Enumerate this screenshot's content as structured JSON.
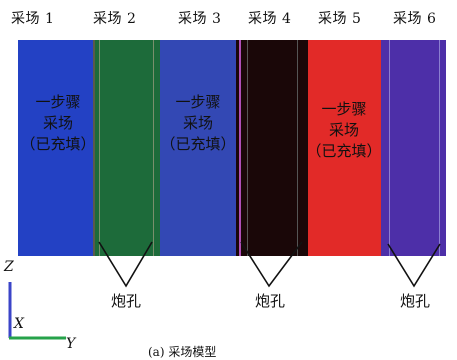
{
  "stope_labels": [
    "采场 1",
    "采场 2",
    "采场 3",
    "采场 4",
    "采场 5",
    "采场 6"
  ],
  "filled_stope_text": {
    "line1": "一步骤",
    "line2": "采场",
    "line3": "（已充填）"
  },
  "blast_hole_label": "炮孔",
  "axes": {
    "z": "Z",
    "x": "X",
    "y": "Y"
  },
  "caption_fragment": "(a) 采场模型",
  "colors": {
    "stope1": "#2341c4",
    "stope2": "#1d6b3a",
    "stope3": "#3348b4",
    "stope4": "#1a0708",
    "stope5": "#e22a28",
    "stope6": "#4d2fa8",
    "axis_z": "#3b45c8",
    "axis_x": "#26a24a"
  }
}
